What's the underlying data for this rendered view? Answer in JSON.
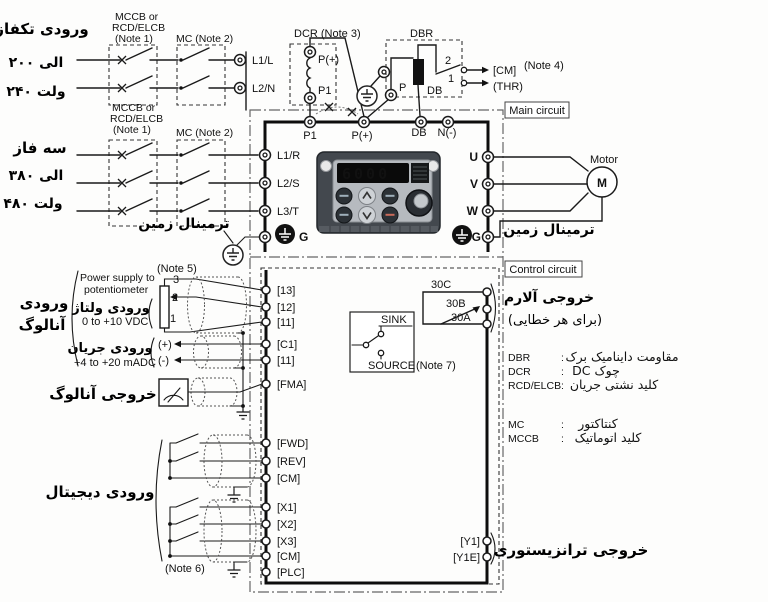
{
  "colors": {
    "wire": "#1a1a1a",
    "display_red": "#ff3a1d",
    "device_body": "#43484e",
    "panel": "#b6babf"
  },
  "headers": {
    "main_circuit": "Main circuit",
    "control_circuit": "Control circuit"
  },
  "left": {
    "single": {
      "title": "ورودی تکفاز",
      "range1": "۲۰۰ الی",
      "range2": "۲۴۰ ولت"
    },
    "three": {
      "title": "سه فاز",
      "range1": "۳۸۰ الی",
      "range2": "۴۸۰ ولت"
    },
    "breaker1": {
      "l1": "MCCB or",
      "l2": "RCD/ELCB",
      "l3": "(Note 1)",
      "mc": "MC (Note 2)"
    },
    "breaker2": {
      "l1": "MCCB or",
      "l2": "RCD/ELCB",
      "l3": "(Note 1)",
      "mc": "MC (Note 2)"
    },
    "ground_label": "ترمینال زمین"
  },
  "dcr": {
    "title": "DCR (Note 3)",
    "p_plus": "P(+)",
    "p1": "P1"
  },
  "dbr": {
    "title": "DBR",
    "p": "P",
    "n2": "2",
    "n1": "1",
    "db": "DB",
    "cm": "[CM]",
    "note4": "(Note 4)",
    "thr": "(THR)"
  },
  "device": {
    "display": "6000"
  },
  "motor": {
    "label": "Motor",
    "m": "M"
  },
  "right": {
    "ground_label": "ترمینال زمین"
  },
  "terminals": {
    "single": [
      "L1/L",
      "L2/N"
    ],
    "three": [
      "L1/R",
      "L2/S",
      "L3/T"
    ],
    "g_left": "G",
    "g_right": "G",
    "top": [
      "P1",
      "P(+)",
      "DB",
      "N(-)"
    ],
    "out": [
      "U",
      "V",
      "W"
    ],
    "analog": [
      "[13]",
      "[12]",
      "[11]",
      "[C1]",
      "[11]",
      "[FMA]"
    ],
    "digital": [
      "[FWD]",
      "[REV]",
      "[CM]",
      "[X1]",
      "[X2]",
      "[X3]",
      "[CM]",
      "[PLC]"
    ],
    "relay": [
      "30C",
      "30B",
      "30A"
    ],
    "transistor": [
      "[Y1]",
      "[Y1E]"
    ]
  },
  "analog": {
    "note5": "(Note 5)",
    "psu1": "Power supply to",
    "psu2": "potentiometer",
    "pot3": "3",
    "pot2": "2",
    "pot1": "1",
    "title1": "ورودی",
    "title2": "آنالوگ",
    "voltage_fa": "ورودی ولتاژ",
    "voltage_range": "0 to +10 VDC",
    "current_fa": "ورودی جریان",
    "current_range": "+4 to +20 mADC",
    "plus": "(+)",
    "minus": "(-)",
    "output_label": "خروجی آنالوگ"
  },
  "digital": {
    "label": "ورودی دیجیتال",
    "note6": "(Note 6)"
  },
  "sink_source": {
    "sink": "SINK",
    "source": "SOURCE",
    "note7": "(Note 7)"
  },
  "alarm": {
    "line1": "خروجی آلارم",
    "line2": "(برای هر خطایی)"
  },
  "transistor_label": "خروجی ترانزیستوری",
  "legend": {
    "rows": [
      {
        "abbr": "DBR",
        "sep": ":",
        "fa": "مقاومت داینامیک برک"
      },
      {
        "abbr": "DCR",
        "sep": ":",
        "fa": "چوک DC"
      },
      {
        "abbr": "RCD/ELCB",
        "sep": ":",
        "fa": "کلید نشتی جریان"
      },
      {
        "abbr": "MC",
        "sep": ":",
        "fa": "کنتاکتور"
      },
      {
        "abbr": "MCCB",
        "sep": ":",
        "fa": "کلید اتوماتیک"
      }
    ]
  }
}
